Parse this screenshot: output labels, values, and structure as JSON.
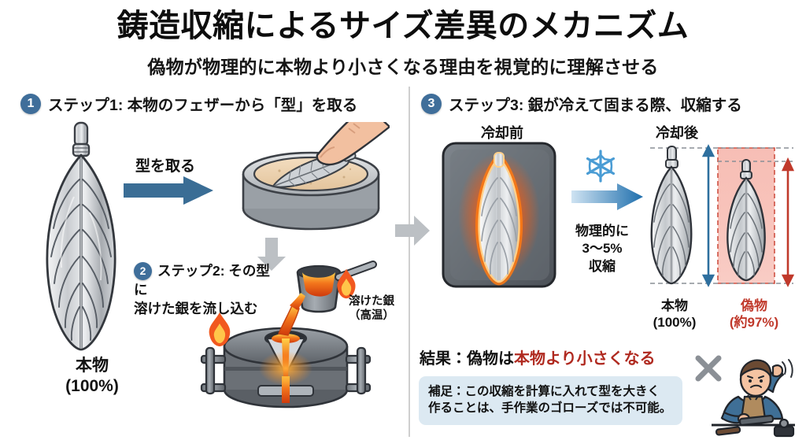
{
  "header": {
    "title": "鋳造収縮によるサイズ差異のメカニズム",
    "subtitle": "偽物が物理的に本物より小さくなる理由を視覚的に理解させる"
  },
  "steps": [
    {
      "number": "1",
      "label": "ステップ1: 本物のフェザーから「型」を取る"
    },
    {
      "number": "2",
      "label": "ステップ2: その型に\n溶けた銀を流し込む"
    },
    {
      "number": "3",
      "label": "ステップ3: 銀が冷えて固まる際、収縮する"
    }
  ],
  "left_panel": {
    "mold_arrow_label": "型を取る",
    "molten_silver_label": "溶けた銀\n（高温）",
    "real_feather_label": "本物\n(100%)"
  },
  "right_panel": {
    "before_cooling_label": "冷却前",
    "after_cooling_label": "冷却後",
    "shrink_label": "物理的に\n3〜5%\n収縮",
    "real_label": "本物\n(100%)",
    "fake_label": "偽物\n(約97%)",
    "result_prefix": "結果：偽物は",
    "result_emphasis": "本物より小さくなる",
    "note": "補足：この収縮を計算に入れて型を大きく\n作ることは、手作業のゴローズでは不可能。"
  },
  "icons": {
    "snowflake": "snowflake-icon",
    "cross": "cross-mark-icon",
    "flame": "flame-icon"
  },
  "colors": {
    "accent_blue": "#3f6e9a",
    "red": "#c0392b",
    "note_bg": "#dce9f2",
    "molten": "#e8591f"
  }
}
